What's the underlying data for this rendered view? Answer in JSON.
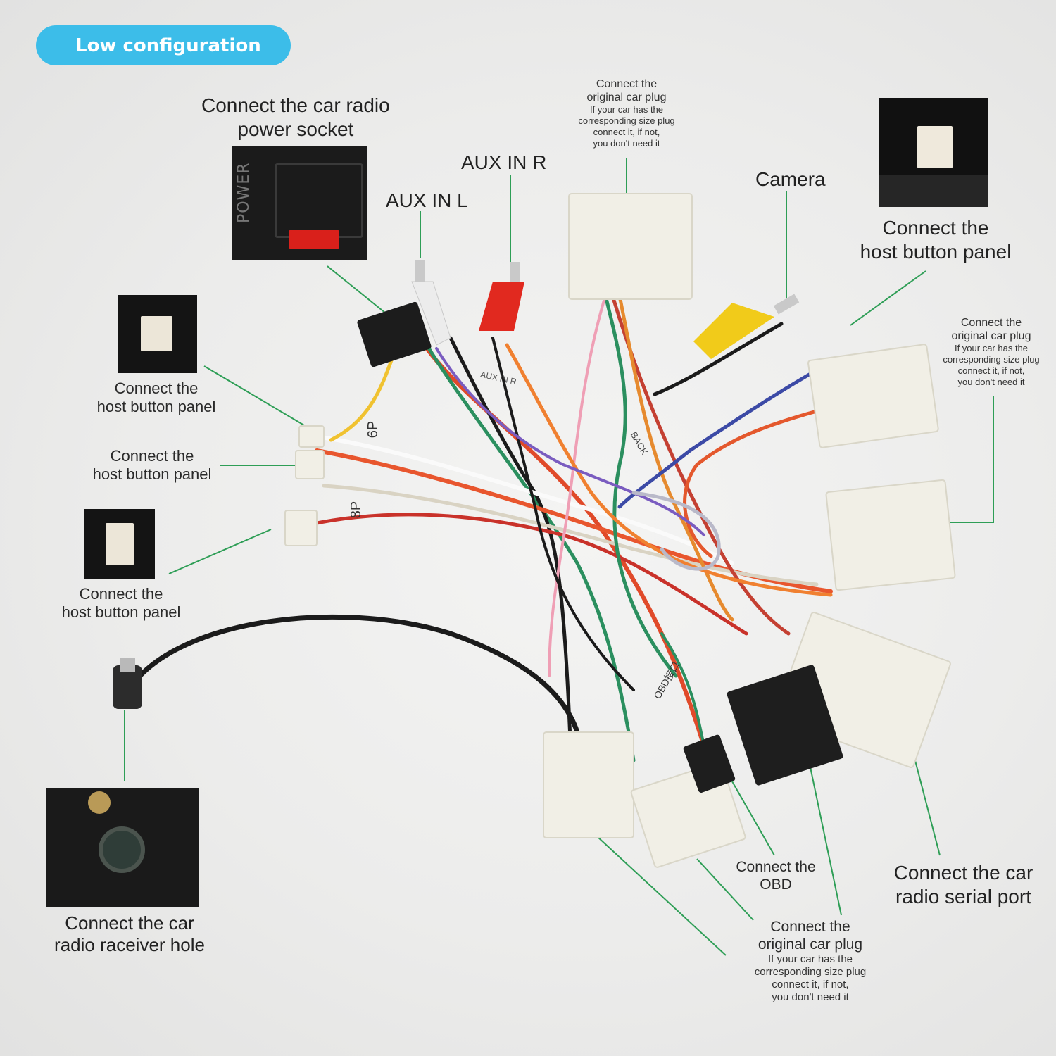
{
  "badge": {
    "text": "Low configuration",
    "color": "#3cbde9"
  },
  "leader_color": "#2e9e56",
  "labels": {
    "power_socket": [
      "Connect the car radio",
      "power socket"
    ],
    "aux_in_r": "AUX IN R",
    "aux_in_l": "AUX IN L",
    "orig_plug_top": {
      "main": [
        "Connect the",
        "original car plug"
      ],
      "note": [
        "If your car has the",
        "corresponding size plug",
        "connect it, if not,",
        "you don't need it"
      ]
    },
    "camera": "Camera",
    "host_panel_right": [
      "Connect the",
      "host button panel"
    ],
    "orig_plug_right": {
      "main": [
        "Connect the",
        "original car plug"
      ],
      "note": [
        "If your car has the",
        "corresponding size plug",
        "connect it, if not,",
        "you don't need it"
      ]
    },
    "host_panel_1": [
      "Connect the",
      "host button panel"
    ],
    "host_panel_2": [
      "Connect the",
      "host button panel"
    ],
    "host_panel_3": [
      "Connect the",
      "host button panel"
    ],
    "receiver_hole": [
      "Connect the  car",
      "radio raceiver hole"
    ],
    "obd": [
      "Connect the",
      "OBD"
    ],
    "orig_plug_bottom": {
      "main": [
        "Connect the",
        "original car plug"
      ],
      "note": [
        "If your car has the",
        "corresponding size plug",
        "connect it, if not,",
        "you don't need it"
      ]
    },
    "serial_port": [
      "Connect the car",
      "radio  serial port"
    ]
  },
  "photo_text": {
    "power_panel": "POWER",
    "aux_tag": "AUX IN R",
    "tag_6p": "6P",
    "tag_8p": "8P",
    "back_tag": "BACK",
    "obd_tag": "OBD接口"
  }
}
